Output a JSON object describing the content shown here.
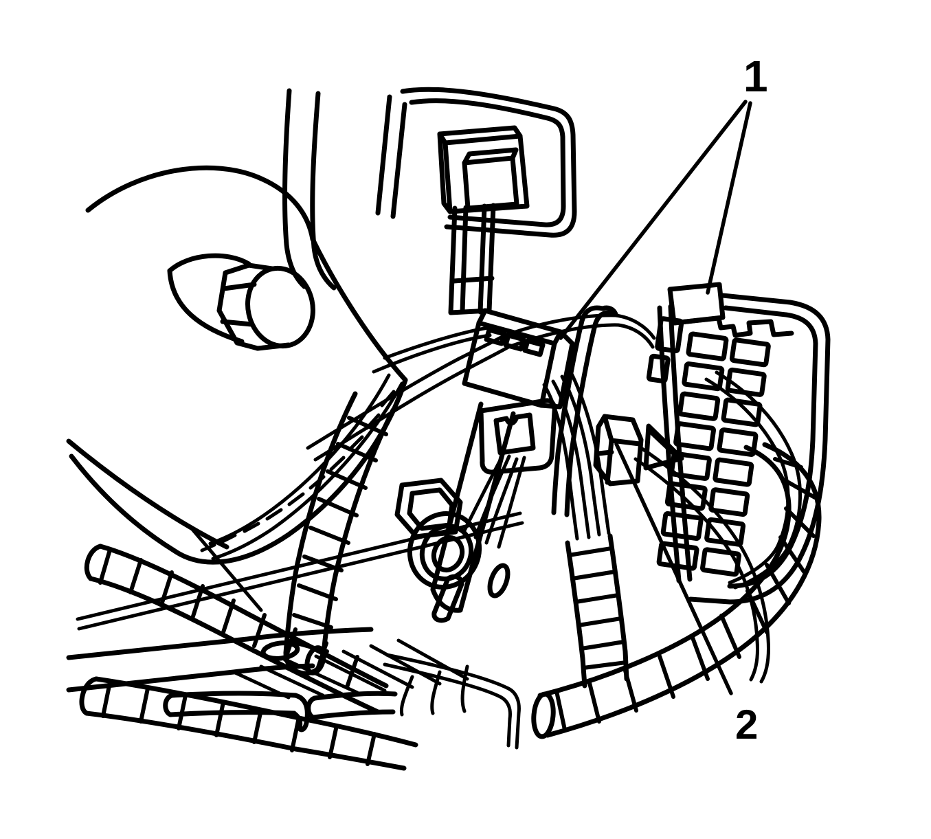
{
  "figure": {
    "kind": "service-manual line illustration",
    "background_color": "#ffffff",
    "line_color": "#000000"
  },
  "callouts": [
    {
      "label": "1"
    },
    {
      "label": "2"
    }
  ]
}
